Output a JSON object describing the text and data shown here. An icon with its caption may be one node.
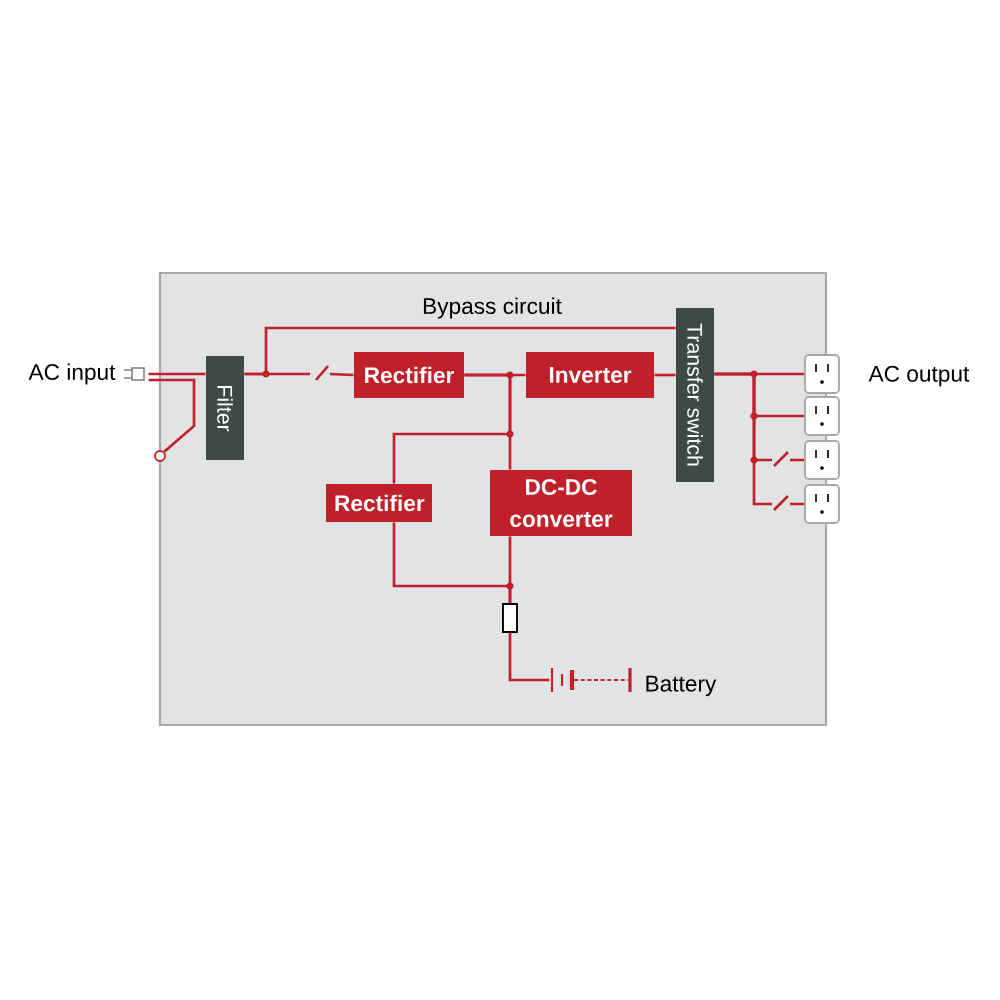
{
  "diagram": {
    "nodes": [
      {
        "text": [],
        "shape": "box"
      },
      {
        "text": [],
        "shape": "plug",
        "beside": [
          "AC input"
        ]
      },
      {
        "text": [
          "Filter"
        ],
        "in": 0
      },
      {
        "text": [
          "Rectifier"
        ],
        "in": 0
      },
      {
        "text": [
          "Inverter"
        ],
        "in": 0
      },
      {
        "text": [
          "Transfer switch"
        ],
        "in": 0
      },
      {
        "text": [
          "Rectifier"
        ],
        "in": 0
      },
      {
        "text": [
          "DC-DC converter"
        ],
        "in": 0
      },
      {
        "text": [],
        "shape": "fuse",
        "in": 0
      },
      {
        "text": [],
        "shape": "battery",
        "in": 0,
        "beside": [
          "Battery"
        ]
      },
      {
        "text": [],
        "shape": "outlet"
      },
      {
        "text": [],
        "shape": "outlet"
      },
      {
        "text": [],
        "shape": "outlet"
      },
      {
        "text": [],
        "shape": "outlet"
      },
      {
        "text": [],
        "shape": "circle"
      }
    ],
    "edges": [
      {
        "from": 1,
        "to": 2,
        "arrow": "none"
      },
      {
        "from": 2,
        "to": 3,
        "arrow": "none"
      },
      {
        "from": 2,
        "to": 5,
        "arrow": "none",
        "label": "Bypass circuit"
      },
      {
        "from": 3,
        "to": 4,
        "arrow": "none"
      },
      {
        "from": 4,
        "to": 5,
        "arrow": "none"
      },
      {
        "from": 3,
        "to": 7,
        "arrow": "none"
      },
      {
        "from": 3,
        "to": 6,
        "arrow": "none"
      },
      {
        "from": 6,
        "to": 8,
        "arrow": "none"
      },
      {
        "from": 7,
        "to": 8,
        "arrow": "none"
      },
      {
        "from": 8,
        "to": 9,
        "arrow": "none"
      },
      {
        "from": 5,
        "to": 10,
        "arrow": "none"
      },
      {
        "from": 5,
        "to": 11,
        "arrow": "none"
      },
      {
        "from": 5,
        "to": 12,
        "arrow": "none"
      },
      {
        "from": 5,
        "to": 13,
        "arrow": "none"
      },
      {
        "from": 1,
        "to": 14,
        "arrow": "none"
      }
    ],
    "labels": [
      "AC output"
    ]
  }
}
